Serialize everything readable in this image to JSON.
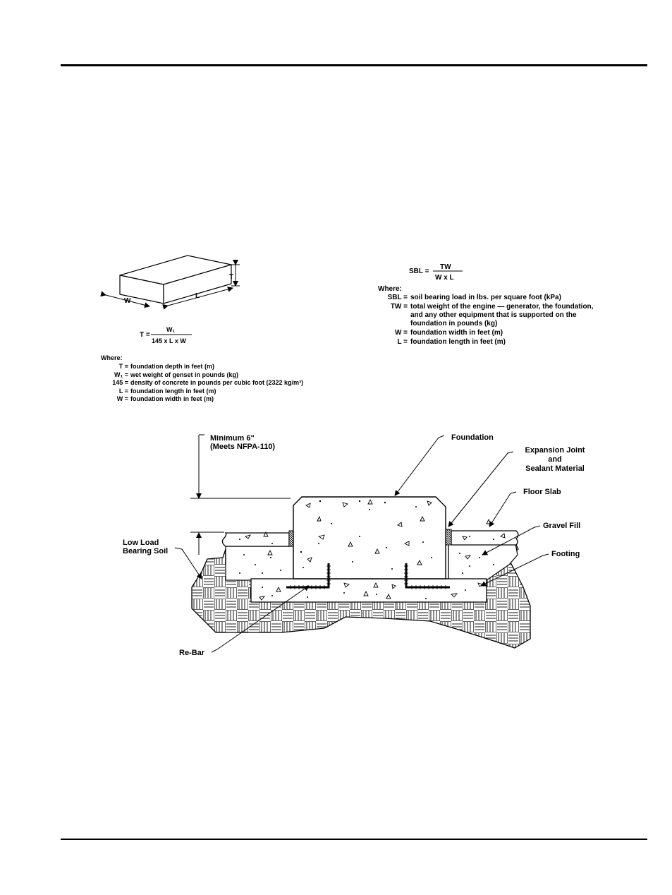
{
  "block": {
    "w_label": "W",
    "l_label": "L",
    "t_label": "T"
  },
  "formula_t": {
    "lhs": "T =",
    "numerator": "W₁",
    "denominator": "145 x L x W",
    "where_label": "Where:",
    "definitions": [
      {
        "term": "T =",
        "text": "foundation depth in feet (m)"
      },
      {
        "term": "W₁ =",
        "text": "wet weight of genset in pounds (kg)"
      },
      {
        "term": "145 =",
        "text": "density of concrete in pounds per cubic foot (2322 kg/m³)"
      },
      {
        "term": "L =",
        "text": "foundation length in feet (m)"
      },
      {
        "term": "W =",
        "text": "foundation width in feet (m)"
      }
    ]
  },
  "formula_sbl": {
    "lhs": "SBL =",
    "numerator": "TW",
    "denominator": "W x L",
    "where_label": "Where:",
    "definitions": [
      {
        "term": "SBL =",
        "lines": [
          "soil bearing load in lbs. per square foot (kPa)"
        ]
      },
      {
        "term": "TW =",
        "lines": [
          "total weight of the engine — generator, the foundation,",
          "and any other equipment that is supported on the",
          "foundation in pounds (kg)"
        ]
      },
      {
        "term": "W =",
        "lines": [
          "foundation width in feet (m)"
        ]
      },
      {
        "term": "L =",
        "lines": [
          "foundation length in feet (m)"
        ]
      }
    ]
  },
  "section": {
    "minimum_line1": "Minimum 6\"",
    "minimum_line2": "(Meets NFPA-110)",
    "foundation": "Foundation",
    "expansion_line1": "Expansion Joint",
    "expansion_line2": "and",
    "expansion_line3": "Sealant Material",
    "floor_slab": "Floor Slab",
    "gravel_fill": "Gravel Fill",
    "footing": "Footing",
    "low_load_line1": "Low Load",
    "low_load_line2": "Bearing Soil",
    "rebar": "Re-Bar"
  }
}
